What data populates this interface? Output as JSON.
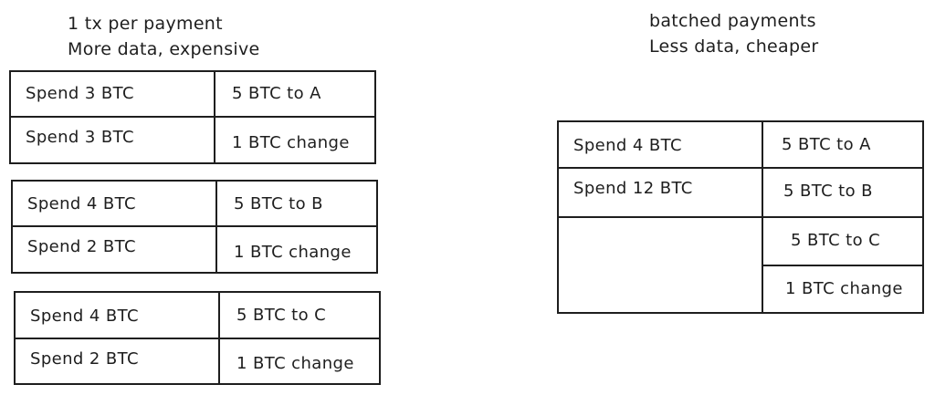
{
  "left_caption": {
    "line1": "1 tx per payment",
    "line2": "More data, expensive"
  },
  "right_caption": {
    "line1": "batched payments",
    "line2": "Less data, cheaper"
  },
  "single_txs": [
    {
      "inputs": [
        "Spend 3 BTC",
        "Spend 3 BTC"
      ],
      "outputs": [
        "5 BTC to A",
        "1 BTC change"
      ]
    },
    {
      "inputs": [
        "Spend 4 BTC",
        "Spend 2 BTC"
      ],
      "outputs": [
        "5 BTC to B",
        "1 BTC change"
      ]
    },
    {
      "inputs": [
        "Spend 4 BTC",
        "Spend 2 BTC"
      ],
      "outputs": [
        "5 BTC to C",
        "1 BTC change"
      ]
    }
  ],
  "batched_tx": {
    "inputs": [
      "Spend 4 BTC",
      "Spend 12 BTC"
    ],
    "outputs": [
      "5 BTC to A",
      "5 BTC to B",
      "5 BTC to C",
      "1 BTC change"
    ]
  }
}
